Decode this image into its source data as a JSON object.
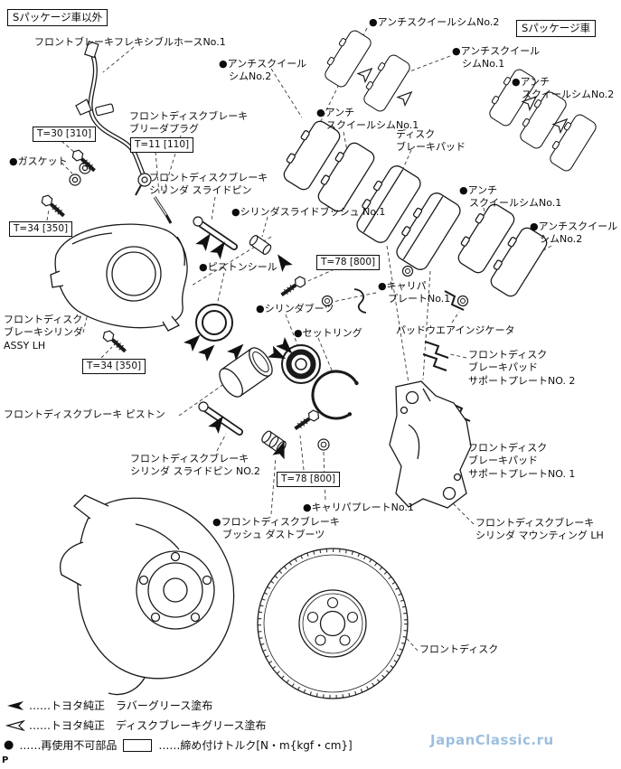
{
  "page": {
    "corner_mark": "P",
    "watermark": "JapanClassic.ru"
  },
  "package_boxes": {
    "non_s": "Sパッケージ車以外",
    "s": "Sパッケージ車"
  },
  "torque_boxes": {
    "t30": "T=30 [310]",
    "t11": "T=11 [110]",
    "t34_upper": "T=34 [350]",
    "t34_lower": "T=34 [350]",
    "t78_upper": "T=78 [800]",
    "t78_lower": "T=78 [800]"
  },
  "part_labels": {
    "flex_hose": "フロントブレーキフレキシブルホースNo.1",
    "anti_squeal_no2_top": "●アンチスクイールシムNo.2",
    "anti_squeal_no1_s_pkg": "●アンチスクイール\n　シムNo.1",
    "anti_squeal_no2_s_pkg": "●アンチ\n　スクイールシムNo.2",
    "anti_squeal_no2_left": "●アンチスクイール\n　シムNo.2",
    "bleeder_plug": "フロントディスクブレーキ\nブリーダプラグ",
    "gasket": "●ガスケット",
    "anti_squeal_no1_mid": "●アンチ\n　スクイールシムNo.1",
    "disc_brake_pad": "ディスク\nブレーキパッド",
    "slide_pin_no1": "フロントディスクブレーキ\nシリンダ スライドピン",
    "cylinder_slide_bush": "●シリンダスライドブッシュ No.1",
    "anti_squeal_no1_right": "●アンチ\n　スクイールシムNo.1",
    "anti_squeal_no2_right": "●アンチスクイール\n　シムNo.2",
    "piston_seal": "●ピストンシール",
    "caliper_plate_no1_upper": "●キャリパ\n　プレートNo.1",
    "cylinder_boot": "●シリンダブーツ",
    "cylinder_assy": "フロントディスク\nブレーキシリンダ\nASSY LH",
    "pad_wear_indicator": "パッドウエアインジケータ",
    "set_ring": "●セットリング",
    "support_plate_no2": "フロントディスク\nブレーキパッド\nサポートプレートNO. 2",
    "piston": "フロントディスクブレーキ ピストン",
    "slide_pin_no2": "フロントディスクブレーキ\nシリンダ スライドピン NO.2",
    "caliper_plate_no1_lower": "●キャリパプレートNo.1",
    "support_plate_no1": "フロントディスク\nブレーキパッド\nサポートプレートNO. 1",
    "bush_dust_boot": "●フロントディスクブレーキ\n　ブッシュ ダストブーツ",
    "cylinder_mounting": "フロントディスクブレーキ\nシリンダ マウンティング LH",
    "front_disc": "フロントディスク"
  },
  "legend": {
    "bullet": "●",
    "rubber_grease": "……トヨタ純正　ラバーグリース塗布",
    "disc_grease": "……トヨタ純正　ディスクブレーキグリース塗布",
    "non_reusable": "……再使用不可部品",
    "torque_note": "……締め付けトルク[N・m{kgf・cm}]"
  },
  "colors": {
    "line": "#1a1a1a",
    "watermark": "#93b9da"
  }
}
